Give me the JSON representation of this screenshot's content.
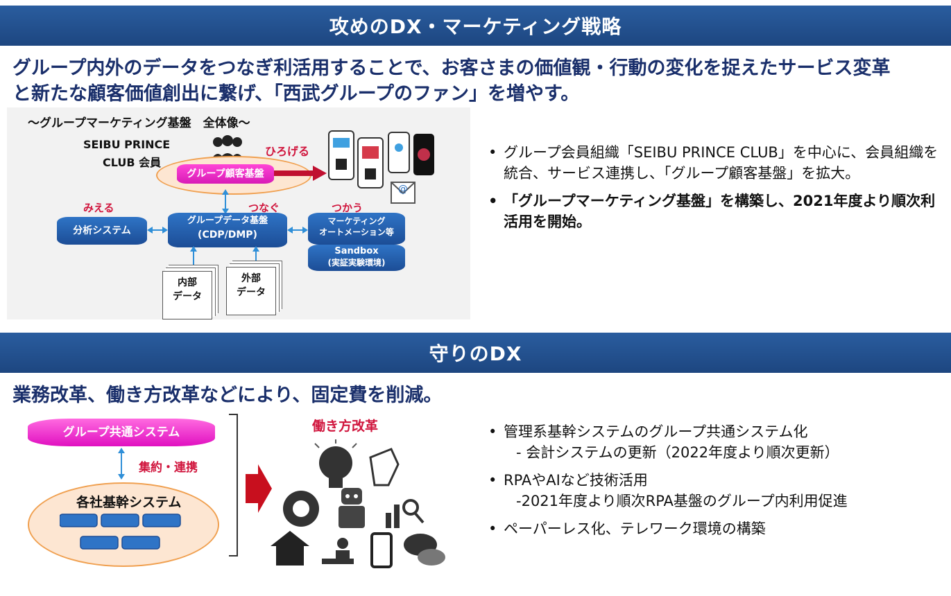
{
  "section1": {
    "header": "攻めのDX・マーケティング戦略",
    "headline_line1": "グループ内外のデータをつなぎ利活用することで、お客さまの価値観・行動の変化を捉えたサービス変革",
    "headline_line2": "と新たな顧客価値創出に繋げ、「西武グループのファン」を増やす。",
    "diagram": {
      "title": "～グループマーケティング基盤　全体像～",
      "club_label_1": "SEIBU PRINCE",
      "club_label_2": "CLUB 会員",
      "hirogeru": "ひろげる",
      "customer_base": "グループ顧客基盤",
      "mieru": "みえる",
      "tsunagu": "つなぐ",
      "tsukau": "つかう",
      "analysis": "分析システム",
      "data_base_1": "グループデータ基盤",
      "data_base_2": "(CDP/DMP)",
      "ma_1": "マーケティング",
      "ma_2": "オートメーション等",
      "sandbox_1": "Sandbox",
      "sandbox_2": "(実証実験環境)",
      "internal_1": "内部",
      "internal_2": "データ",
      "external_1": "外部",
      "external_2": "データ"
    },
    "bullets": [
      "グループ会員組織「SEIBU PRINCE CLUB」を中心に、会員組織を統合、サービス連携し、「グループ顧客基盤」を拡大。",
      "「グループマーケティング基盤」を構築し、2021年度より順次利活用を開始。"
    ]
  },
  "section2": {
    "header": "守りのDX",
    "headline": "業務改革、働き方改革などにより、固定費を削減。",
    "diagram": {
      "common_system": "グループ共通システム",
      "consolidation": "集約・連携",
      "core_systems": "各社基幹システム",
      "work_reform": "働き方改革"
    },
    "bullets": [
      {
        "text": "管理系基幹システムのグループ共通システム化",
        "sub": "- 会計システムの更新（2022年度より順次更新）"
      },
      {
        "text": "RPAやAIなど技術活用",
        "sub": "-2021年度より順次RPA基盤のグループ内利用促進"
      },
      {
        "text": "ペーパーレス化、テレワーク環境の構築",
        "sub": ""
      }
    ]
  },
  "colors": {
    "band": "#1d4680",
    "headline": "#1a2f6b",
    "accent_red": "#d0143c",
    "magenta": "#e020c0",
    "db_blue": "#2f74c6"
  }
}
